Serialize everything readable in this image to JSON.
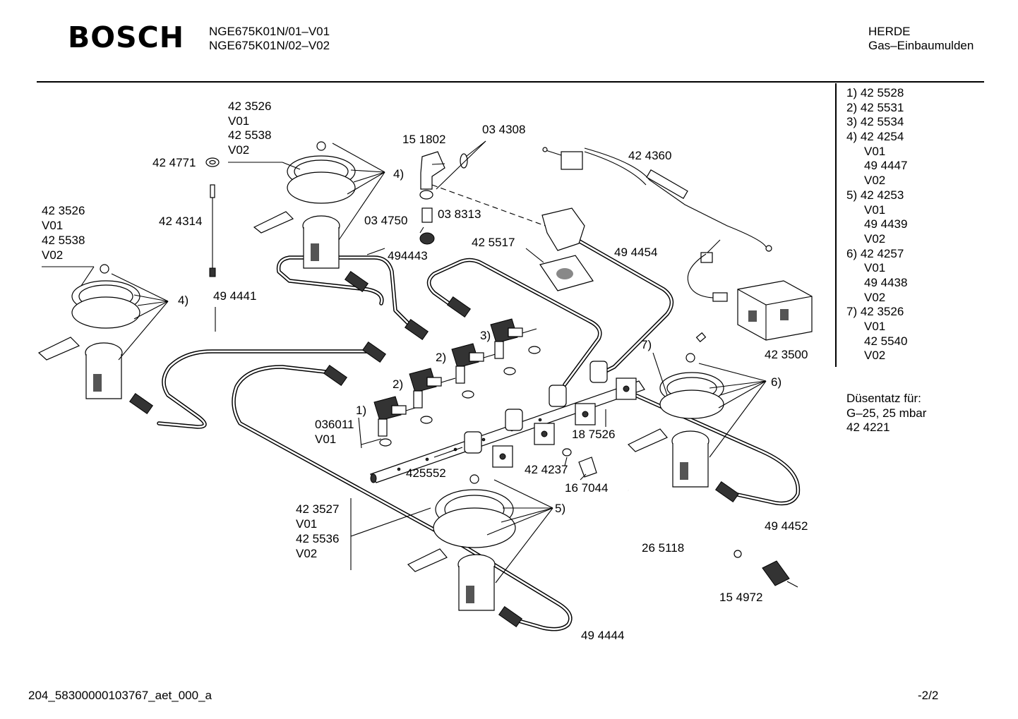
{
  "header": {
    "brand": "BOSCH",
    "model_1": "NGE675K01N/01–V01",
    "model_2": "NGE675K01N/02–V02",
    "category": "HERDE",
    "subcategory": "Gas–Einbaumulden"
  },
  "legend": [
    {
      "text": "1)  42 5528",
      "indent": false
    },
    {
      "text": "2)  42 5531",
      "indent": false
    },
    {
      "text": "3)  42 5534",
      "indent": false
    },
    {
      "text": "4)  42 4254",
      "indent": false
    },
    {
      "text": "V01",
      "indent": true
    },
    {
      "text": "49 4447",
      "indent": true
    },
    {
      "text": "V02",
      "indent": true
    },
    {
      "text": "5)  42 4253",
      "indent": false
    },
    {
      "text": "V01",
      "indent": true
    },
    {
      "text": "49 4439",
      "indent": true
    },
    {
      "text": "V02",
      "indent": true
    },
    {
      "text": "6)  42 4257",
      "indent": false
    },
    {
      "text": "V01",
      "indent": true
    },
    {
      "text": "49 4438",
      "indent": true
    },
    {
      "text": "V02",
      "indent": true
    },
    {
      "text": "7)  42 3526",
      "indent": false
    },
    {
      "text": "V01",
      "indent": true
    },
    {
      "text": "42 5540",
      "indent": true
    },
    {
      "text": "V02",
      "indent": true
    }
  ],
  "nozzle_set": {
    "line1": "Düsentatz für:",
    "line2": "G–25, 25 mbar",
    "line3": "42 4221"
  },
  "diagram_labels": {
    "burner_top_p1": "42 3526",
    "burner_top_v1": "V01",
    "burner_top_p2": "42 5538",
    "burner_top_v2": "V02",
    "washer": "42 4771",
    "thermo_pin": "42 4314",
    "burner_left_p1": "42 3526",
    "burner_left_v1": "V01",
    "burner_left_p2": "42 5538",
    "burner_left_v2": "V02",
    "ref4_left": "4)",
    "ref4_top": "4)",
    "elbow": "15 1802",
    "seal": "03 4308",
    "nut": "03 8313",
    "fitting": "03 4750",
    "pipe_top": "494443",
    "bracket": "42 5517",
    "pipe_main": "49 4454",
    "harness": "42 4360",
    "ignition_module": "42 3500",
    "pipe_left": "49 4441",
    "ref3": "3)",
    "ref2a": "2)",
    "ref2b": "2)",
    "ref1": "1)",
    "valve_part": "036011",
    "valve_var": "V01",
    "rail": "425552",
    "ring": "42 4237",
    "clip_part": "18 7526",
    "clip_small": "16 7044",
    "ref7": "7)",
    "ref6": "6)",
    "burner_front_p1": "42 3527",
    "burner_front_v1": "V01",
    "burner_front_p2": "42 5536",
    "burner_front_v2": "V02",
    "ref5": "5)",
    "pipe_right": "49 4452",
    "rod": "26 5118",
    "switch": "15 4972",
    "pipe_front": "49 4444"
  },
  "footer": {
    "doc_id": "204_58300000103767_aet_000_a",
    "page": "-2/2"
  },
  "colors": {
    "ink": "#000000",
    "paper": "#ffffff"
  }
}
